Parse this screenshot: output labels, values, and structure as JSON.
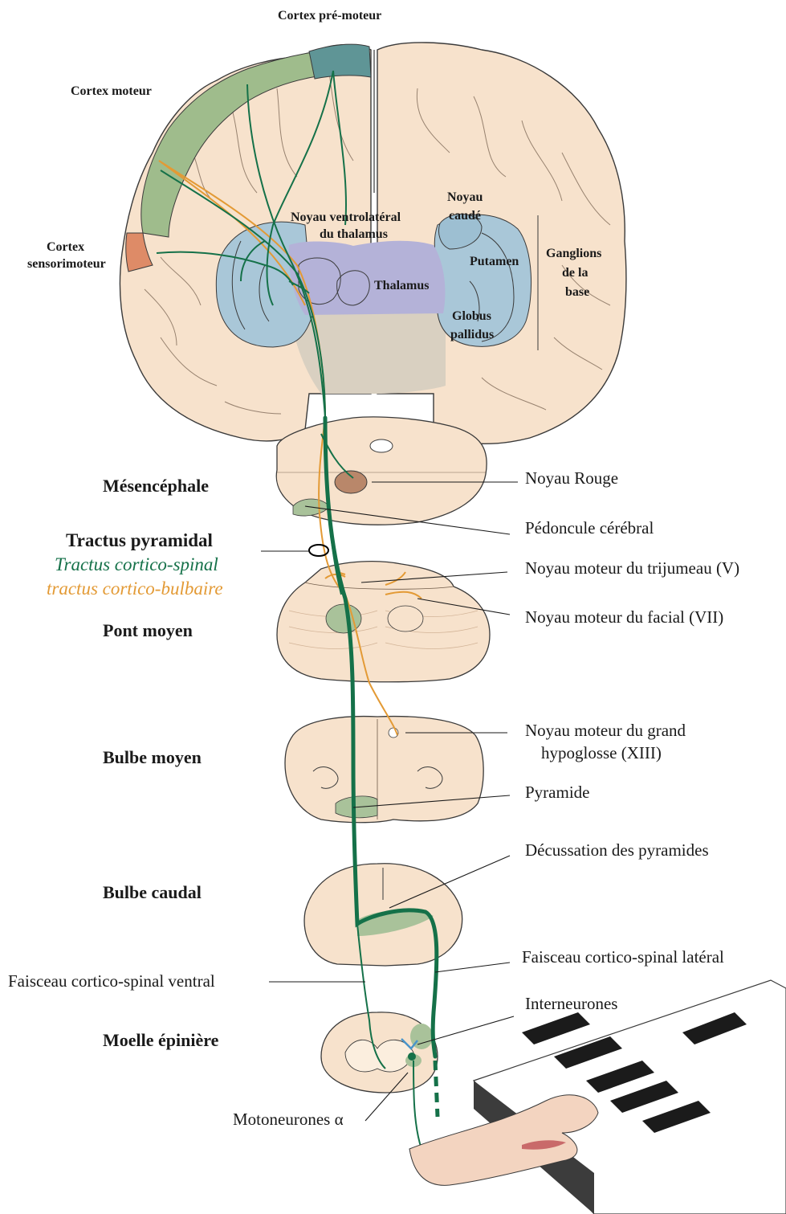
{
  "colors": {
    "tissue": "#f7e2cc",
    "tissue_outline": "#3a3a3a",
    "cortex_green": "#9fbc8c",
    "premotor_teal": "#5f9596",
    "sensory_orange": "#de8b67",
    "basal_ganglia_blue": "#a9c7d8",
    "thalamus_purple": "#b4b2d8",
    "internal_capsule": "#d9d0c1",
    "red_nucleus": "#b9876a",
    "pyramid_green": "#a9c29a",
    "corticospinal_tract": "#157149",
    "corticobulbar_tract": "#e39a35",
    "interneuron_blue": "#4a94c9"
  },
  "brain_labels": {
    "premotor": "Cortex pré-moteur",
    "motor": "Cortex moteur",
    "sensorimotor_1": "Cortex",
    "sensorimotor_2": "sensorimoteur",
    "vl_thalamus_1": "Noyau ventrolatéral",
    "vl_thalamus_2": "du thalamus",
    "thalamus": "Thalamus",
    "caudate_1": "Noyau",
    "caudate_2": "caudé",
    "putamen": "Putamen",
    "globus_1": "Globus",
    "globus_2": "pallidus",
    "basal_ganglia_1": "Ganglions",
    "basal_ganglia_2": "de la",
    "basal_ganglia_3": "base"
  },
  "levels": {
    "midbrain": "Mésencéphale",
    "mid_pons": "Pont moyen",
    "mid_medulla": "Bulbe moyen",
    "caudal_medulla": "Bulbe caudal",
    "spinal_cord": "Moelle épinière"
  },
  "legend": {
    "pyramidal": "Tractus pyramidal",
    "corticospinal": "Tractus cortico-spinal",
    "corticobulbar": "tractus cortico-bulbaire"
  },
  "right_labels": {
    "red_nucleus": "Noyau Rouge",
    "cerebral_peduncle": "Pédoncule cérébral",
    "trigeminal": "Noyau moteur du trijumeau (V)",
    "facial": "Noyau moteur du facial (VII)",
    "hypoglossal_1": "Noyau moteur du grand",
    "hypoglossal_2": "hypoglosse (XIII)",
    "pyramid": "Pyramide",
    "decussation": "Décussation des pyramides",
    "lateral_tract": "Faisceau cortico-spinal latéral",
    "interneurons": "Interneurones"
  },
  "left_labels": {
    "ventral_tract": "Faisceau cortico-spinal ventral",
    "alpha_motoneurons": "Motoneurones α"
  }
}
